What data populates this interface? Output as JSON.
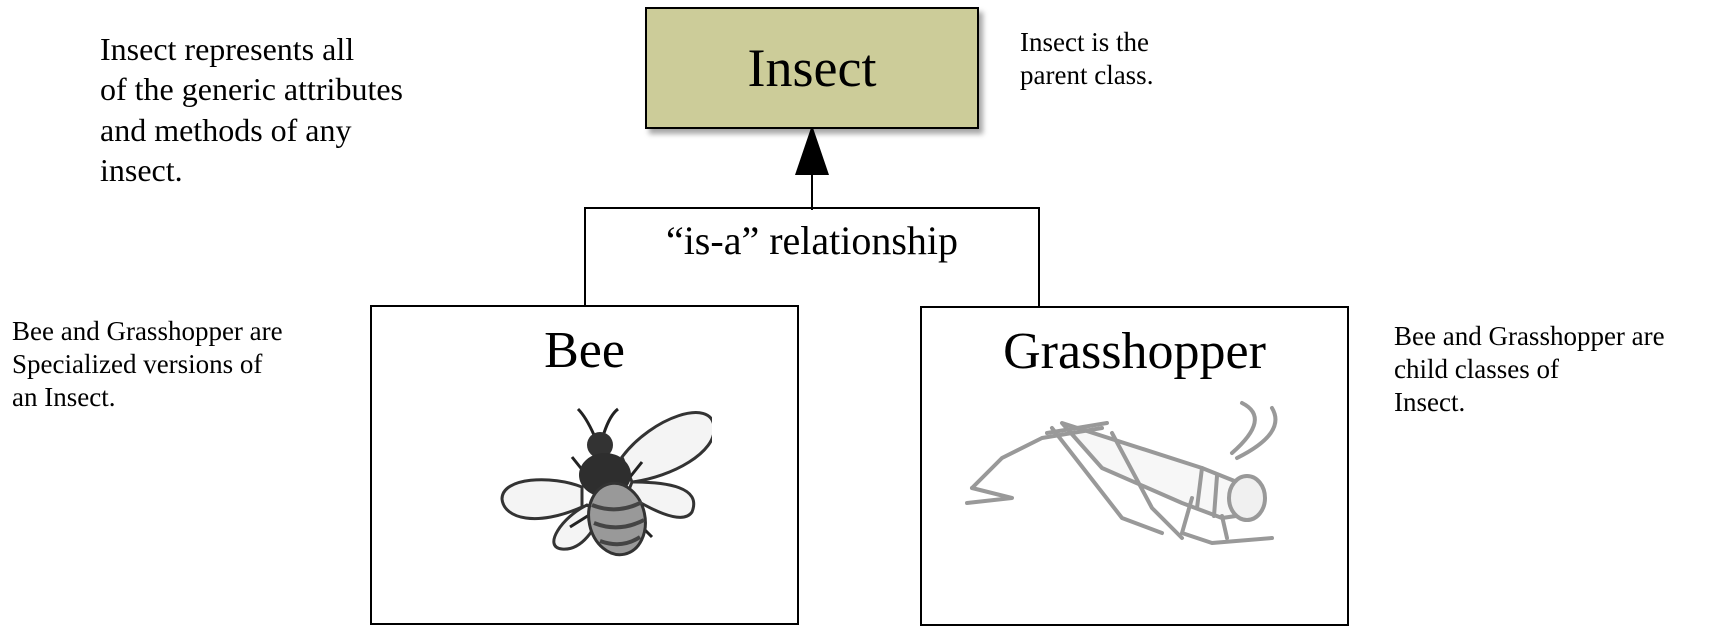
{
  "notes": {
    "insect_generic": "Insect represents all\nof the generic attributes\nand methods of any\ninsect.",
    "parent_class": "Insect is the\nparent class.",
    "specialized": "Bee and Grasshopper are\nSpecialized versions of\nan Insect.",
    "child_classes": "Bee and Grasshopper are\nchild classes of\nInsect."
  },
  "diagram": {
    "parent": "Insect",
    "relationship": "“is-a” relationship",
    "children": [
      "Bee",
      "Grasshopper"
    ]
  },
  "colors": {
    "parent_fill": "#cccc99",
    "line": "#000000",
    "illustration_gray": "#999999"
  }
}
